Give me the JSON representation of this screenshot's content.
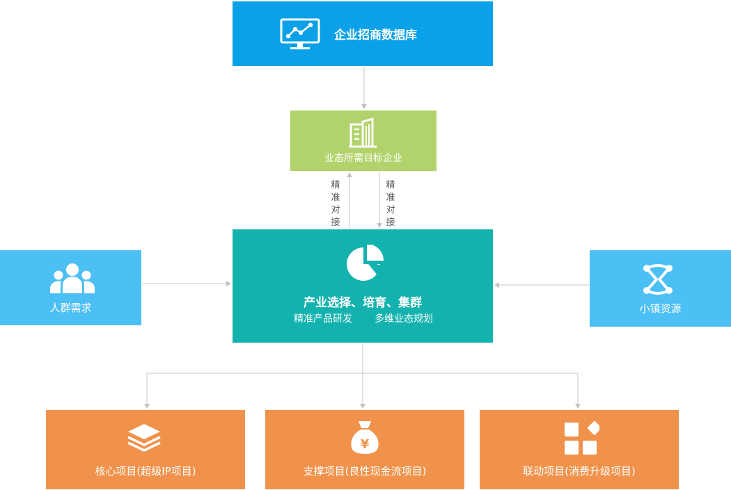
{
  "top_box": {
    "label": "企业招商数据库",
    "icon": "monitor-chart-icon",
    "color": "#0aa1e8"
  },
  "target_box": {
    "label": "业态所需目标企业",
    "icon": "building-icon",
    "color": "#b2d36b"
  },
  "connector_labels": {
    "left": [
      "精",
      "准",
      "对",
      "接"
    ],
    "right": [
      "精",
      "准",
      "对",
      "接"
    ]
  },
  "center_box": {
    "title": "产业选择、培育、集群",
    "subtitle_left": "精准产品研发",
    "subtitle_right": "多维业态规划",
    "icon": "pie-chart-icon",
    "color": "#14b2ae"
  },
  "left_box": {
    "label": "人群需求",
    "icon": "people-group-icon",
    "color": "#4cbff4"
  },
  "right_box": {
    "label": "小镇资源",
    "icon": "network-icon",
    "color": "#4cbff4"
  },
  "bottom_boxes": [
    {
      "label": "核心项目(超级IP项目)",
      "icon": "layers-icon"
    },
    {
      "label": "支撑项目(良性现金流项目)",
      "icon": "money-bag-icon"
    },
    {
      "label": "联动项目(消费升级项目)",
      "icon": "blocks-icon"
    }
  ],
  "bottom_color": "#f0924b",
  "line_color": "#c7c7c7"
}
